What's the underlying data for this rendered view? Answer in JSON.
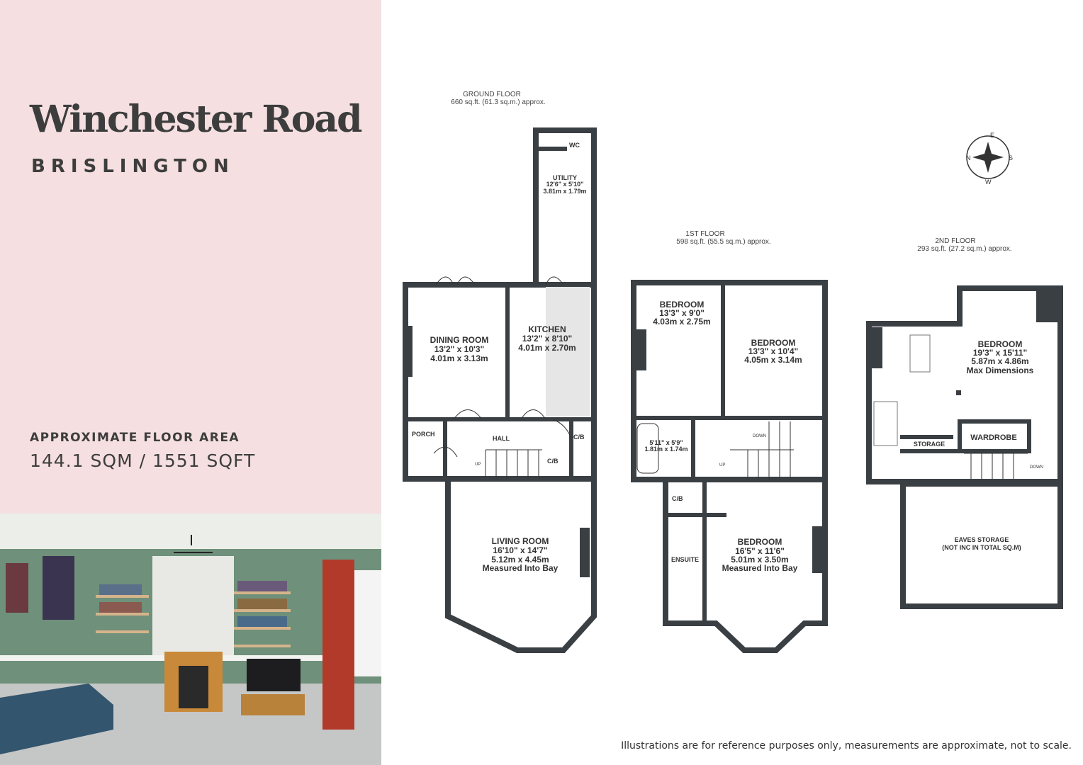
{
  "header": {
    "title": "Winchester Road",
    "subtitle": "BRISLINGTON"
  },
  "floor_area": {
    "label": "APPROXIMATE FLOOR AREA",
    "value": "144.1 SQM / 1551 SQFT"
  },
  "compass": {
    "n": "N",
    "e": "E",
    "s": "S",
    "w": "W"
  },
  "floors": {
    "ground": {
      "title": "GROUND FLOOR",
      "area": "660 sq.ft. (61.3 sq.m.) approx.",
      "rooms": {
        "wc": {
          "name": "WC"
        },
        "utility": {
          "name": "UTILITY",
          "imp": "12'6\"  x 5'10\"",
          "met": "3.81m  x 1.79m"
        },
        "dining": {
          "name": "DINING ROOM",
          "imp": "13'2\"  x 10'3\"",
          "met": "4.01m  x 3.13m"
        },
        "kitchen": {
          "name": "KITCHEN",
          "imp": "13'2\"  x 8'10\"",
          "met": "4.01m  x 2.70m"
        },
        "porch": {
          "name": "PORCH"
        },
        "hall": {
          "name": "HALL"
        },
        "cb1": {
          "name": "C/B"
        },
        "cb2": {
          "name": "C/B"
        },
        "up": "UP",
        "living": {
          "name": "LIVING ROOM",
          "imp": "16'10\"  x 14'7\"",
          "met": "5.12m  x 4.45m",
          "note": "Measured Into Bay"
        }
      }
    },
    "first": {
      "title": "1ST FLOOR",
      "area": "598 sq.ft. (55.5 sq.m.) approx.",
      "rooms": {
        "bed1": {
          "name": "BEDROOM",
          "imp": "13'3\"  x 9'0\"",
          "met": "4.03m  x 2.75m"
        },
        "bed2": {
          "name": "BEDROOM",
          "imp": "13'3\"  x 10'4\"",
          "met": "4.05m  x 3.14m"
        },
        "bath": {
          "imp": "5'11\"  x 5'9\"",
          "met": "1.81m  x 1.74m"
        },
        "down": "DOWN",
        "up": "UP",
        "cb": {
          "name": "C/B"
        },
        "ensuite": {
          "name": "ENSUITE"
        },
        "bed3": {
          "name": "BEDROOM",
          "imp": "16'5\"  x 11'6\"",
          "met": "5.01m  x 3.50m",
          "note": "Measured Into Bay"
        }
      }
    },
    "second": {
      "title": "2ND FLOOR",
      "area": "293 sq.ft. (27.2 sq.m.) approx.",
      "rooms": {
        "bed": {
          "name": "BEDROOM",
          "imp": "19'3\"  x 15'11\"",
          "met": "5.87m  x 4.86m",
          "note": "Max Dimensions"
        },
        "storage": {
          "name": "STORAGE"
        },
        "wardrobe": {
          "name": "WARDROBE"
        },
        "down": "DOWN",
        "eaves": {
          "name": "EAVES STORAGE",
          "note": "(NOT INC IN TOTAL SQ.M)"
        }
      }
    }
  },
  "disclaimer": "Illustrations are for reference purposes only, measurements are approximate, not to scale.",
  "colors": {
    "panel": "#f5dfe0",
    "text": "#3d3d3d",
    "walls": "#3a3f44"
  }
}
